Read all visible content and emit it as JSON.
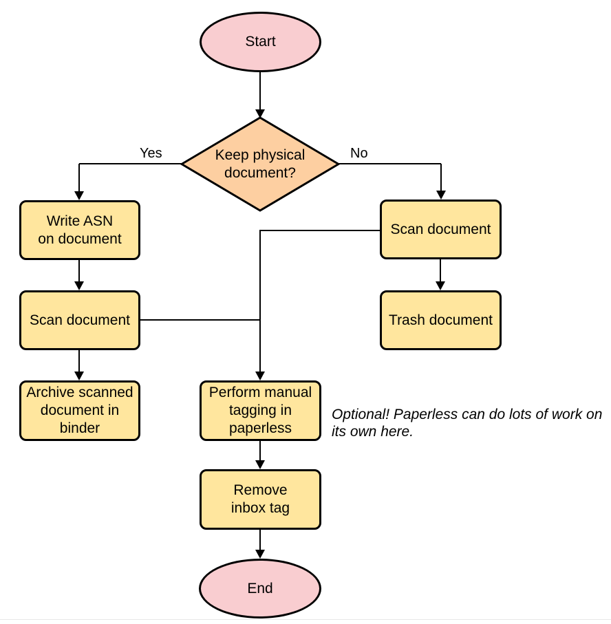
{
  "flowchart": {
    "nodes": {
      "start": {
        "type": "terminal",
        "label": "Start"
      },
      "keep_physical_document": {
        "type": "decision",
        "label": "Keep physical\ndocument?"
      },
      "write_asn": {
        "type": "process",
        "label": "Write ASN\non document"
      },
      "scan_document_left": {
        "type": "process",
        "label": "Scan document"
      },
      "archive_scanned": {
        "type": "process",
        "label": "Archive scanned\ndocument in\nbinder"
      },
      "scan_document_right": {
        "type": "process",
        "label": "Scan document"
      },
      "trash_document": {
        "type": "process",
        "label": "Trash document"
      },
      "manual_tagging": {
        "type": "process",
        "label": "Perform manual\ntagging in\npaperless"
      },
      "remove_inbox_tag": {
        "type": "process",
        "label": "Remove\ninbox tag"
      },
      "end": {
        "type": "terminal",
        "label": "End"
      }
    },
    "edge_labels": {
      "yes": "Yes",
      "no": "No"
    },
    "note": "Optional! Paperless can do lots of work on\nits own here.",
    "colors": {
      "terminal_fill": "#f9cdd0",
      "decision_fill": "#fdcfa1",
      "process_fill": "#ffe69e",
      "stroke": "#000000"
    }
  }
}
